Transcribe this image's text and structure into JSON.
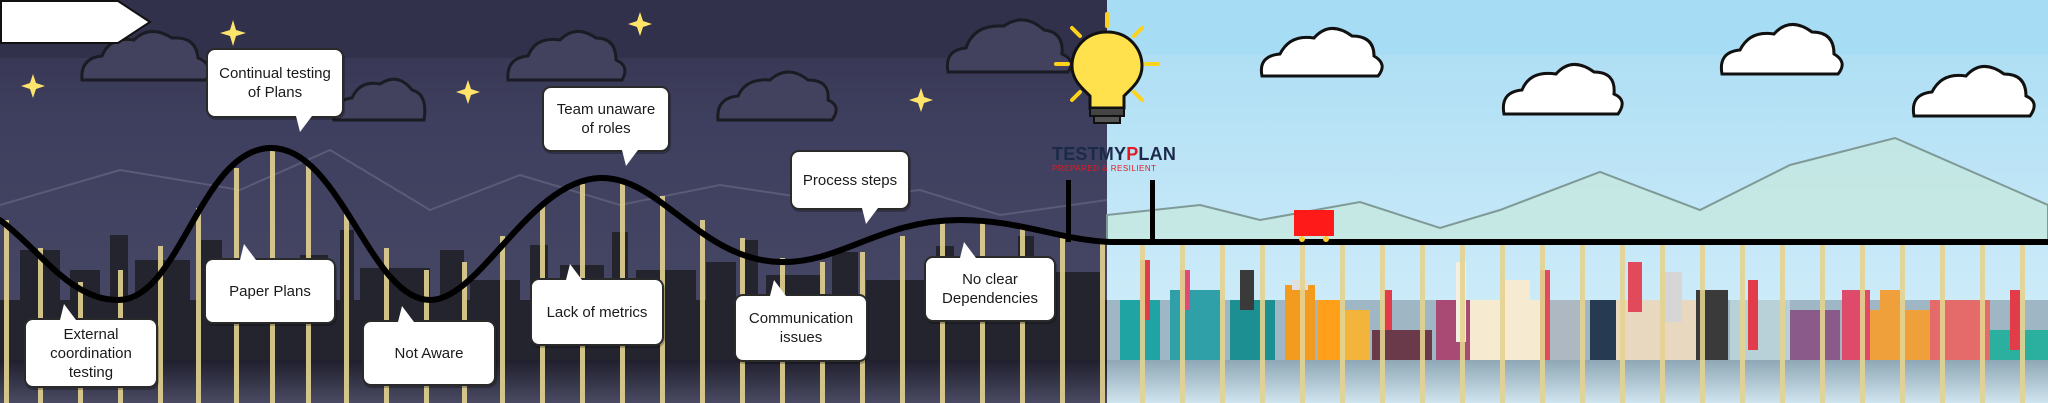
{
  "logo": {
    "brand_main": "TESTMY",
    "brand_accent": "P",
    "brand_tail": "LAN",
    "tagline": "PREPARED   &  RESILIENT"
  },
  "challenges": {
    "continual_testing": "Continual testing\nof Plans",
    "team_unaware": "Team unaware\nof roles",
    "process_steps": "Process steps",
    "paper_plans": "Paper Plans",
    "lack_of_metrics": "Lack of metrics",
    "no_clear_dependencies": "No clear\nDependencies",
    "external_coordination": "External\ncoordination\ntesting",
    "not_aware": "Not Aware",
    "communication_issues": "Communication\nissues"
  },
  "colors": {
    "night_sky": "#3b3b5c",
    "day_sky": "#bde5f6",
    "track": "#000000",
    "pillars": "#e5d48e",
    "cart": "#ff1a1a",
    "bulb": "#ffe14d"
  }
}
